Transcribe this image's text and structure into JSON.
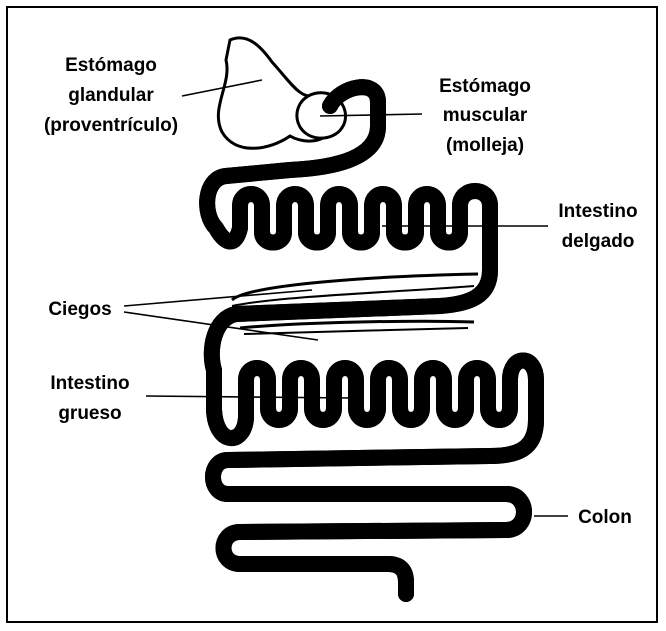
{
  "labels": {
    "stomach_glandular": [
      "Estómago",
      "glandular",
      "(proventrículo)"
    ],
    "stomach_muscular": [
      "Estómago",
      "muscular",
      "(molleja)"
    ],
    "small_intestine": [
      "Intestino",
      "delgado"
    ],
    "ceca": [
      "Ciegos"
    ],
    "large_intestine": [
      "Intestino",
      "grueso"
    ],
    "colon": [
      "Colon"
    ]
  }
}
